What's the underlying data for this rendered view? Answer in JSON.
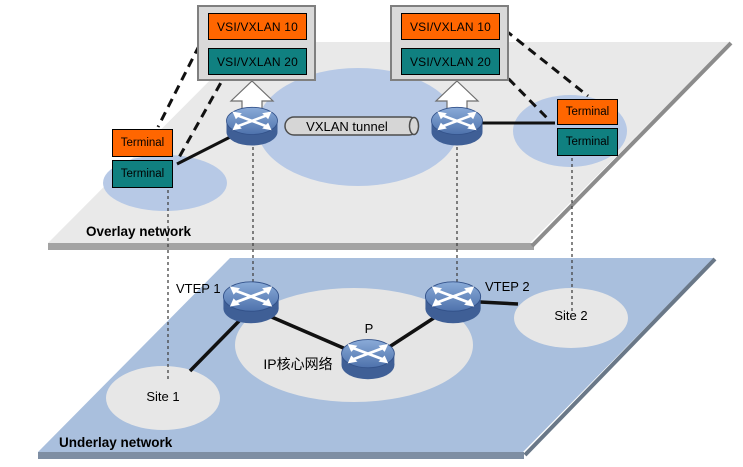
{
  "diagram": {
    "title_hint": "VXLAN overlay and underlay network diagram",
    "overlay": {
      "label": "Overlay network",
      "tunnel_label": "VXLAN tunnel",
      "monitor_left": {
        "vsi_top": "VSI/VXLAN 10",
        "vsi_bottom": "VSI/VXLAN 20"
      },
      "monitor_right": {
        "vsi_top": "VSI/VXLAN 10",
        "vsi_bottom": "VSI/VXLAN 20"
      },
      "terminals": {
        "left_top": "Terminal",
        "left_bottom": "Terminal",
        "right_top": "Terminal",
        "right_bottom": "Terminal"
      }
    },
    "underlay": {
      "label": "Underlay network",
      "vtep1_label": "VTEP 1",
      "vtep2_label": "VTEP 2",
      "p_label": "P",
      "core_label": "IP核心网络",
      "site1_label": "Site 1",
      "site2_label": "Site 2"
    },
    "colors": {
      "orange": "#FF6600",
      "teal": "#108080",
      "overlay_plane": "#E9E9E9",
      "underlay_plane": "#A9BFDD",
      "blue_ellipse": "#B7C9E6",
      "gray_ellipse": "#E6E6E6",
      "router_blue": "#3F5F96"
    }
  }
}
